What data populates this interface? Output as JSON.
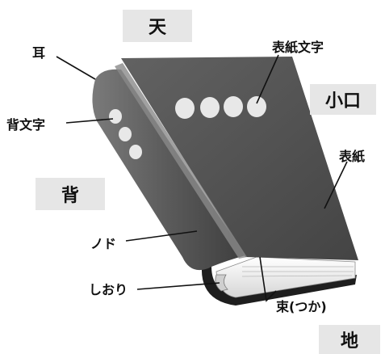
{
  "regions": {
    "ten": "天",
    "koguchi": "小口",
    "se": "背",
    "chi": "地"
  },
  "labels": {
    "mimi": "耳",
    "hyoushi_moji": "表紙文字",
    "se_moji": "背文字",
    "hyoushi": "表紙",
    "nodo": "ノド",
    "shiori": "しおり",
    "tsuka": "束(つか)"
  },
  "colors": {
    "cover_dark": "#4a4a4a",
    "cover_mid": "#5c5c5c",
    "spine_light": "#6e6e6e",
    "ornament": "#e8e8e8",
    "pages": "#f2f2f2",
    "region_bg": "#e6e6e6"
  }
}
